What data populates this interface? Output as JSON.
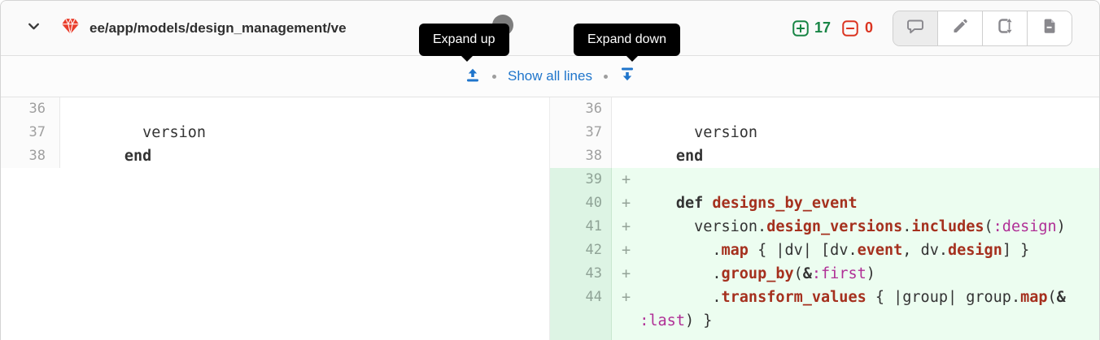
{
  "header": {
    "file_path_visible": "ee/app/models/design_management/ve",
    "additions": "17",
    "deletions": "0",
    "action_icons": [
      "comment-icon",
      "pencil-icon",
      "compare-versions-icon",
      "document-icon"
    ],
    "collapse_icon": "chevron-down-icon",
    "file_type_icon": "gem-icon"
  },
  "tooltips": {
    "expand_up": "Expand up",
    "expand_down": "Expand down"
  },
  "expand_bar": {
    "show_all_label": "Show all lines",
    "icons": [
      "expand-up-icon",
      "expand-down-icon"
    ]
  },
  "colors": {
    "link_blue": "#1f75cb",
    "added_line_bg": "#ecfdf0",
    "added_gutter_bg": "#ddf4e4",
    "method_red": "#a5301e",
    "symbol_magenta": "#b02f96",
    "additions_green": "#188545",
    "deletions_red": "#db3421",
    "gem_red": "#e93e2c",
    "tooltip_bg": "#000000"
  },
  "diff": {
    "left": {
      "lines": [
        {
          "num": "36",
          "type": "context",
          "segments": []
        },
        {
          "num": "37",
          "type": "context",
          "segments": [
            {
              "t": "      version",
              "c": "plain"
            }
          ]
        },
        {
          "num": "38",
          "type": "context",
          "segments": [
            {
              "t": "    ",
              "c": "plain"
            },
            {
              "t": "end",
              "c": "kw"
            }
          ]
        }
      ]
    },
    "right": {
      "lines": [
        {
          "num": "36",
          "type": "context",
          "segments": []
        },
        {
          "num": "37",
          "type": "context",
          "segments": [
            {
              "t": "      version",
              "c": "plain"
            }
          ]
        },
        {
          "num": "38",
          "type": "context",
          "segments": [
            {
              "t": "    ",
              "c": "plain"
            },
            {
              "t": "end",
              "c": "kw"
            }
          ]
        },
        {
          "num": "39",
          "type": "added",
          "prefix": "+",
          "segments": []
        },
        {
          "num": "40",
          "type": "added",
          "prefix": "+",
          "segments": [
            {
              "t": "    ",
              "c": "plain"
            },
            {
              "t": "def",
              "c": "kw"
            },
            {
              "t": " ",
              "c": "plain"
            },
            {
              "t": "designs_by_event",
              "c": "fn"
            }
          ]
        },
        {
          "num": "41",
          "type": "added",
          "prefix": "+",
          "segments": [
            {
              "t": "      version.",
              "c": "plain"
            },
            {
              "t": "design_versions",
              "c": "fn"
            },
            {
              "t": ".",
              "c": "plain"
            },
            {
              "t": "includes",
              "c": "fn"
            },
            {
              "t": "(",
              "c": "plain"
            },
            {
              "t": ":design",
              "c": "sym"
            },
            {
              "t": ")",
              "c": "plain"
            }
          ]
        },
        {
          "num": "42",
          "type": "added",
          "prefix": "+",
          "segments": [
            {
              "t": "        .",
              "c": "plain"
            },
            {
              "t": "map",
              "c": "fn"
            },
            {
              "t": " { |dv| [dv.",
              "c": "plain"
            },
            {
              "t": "event",
              "c": "fn"
            },
            {
              "t": ", dv.",
              "c": "plain"
            },
            {
              "t": "design",
              "c": "fn"
            },
            {
              "t": "] }",
              "c": "plain"
            }
          ]
        },
        {
          "num": "43",
          "type": "added",
          "prefix": "+",
          "segments": [
            {
              "t": "        .",
              "c": "plain"
            },
            {
              "t": "group_by",
              "c": "fn"
            },
            {
              "t": "(",
              "c": "plain"
            },
            {
              "t": "&",
              "c": "op"
            },
            {
              "t": ":first",
              "c": "sym"
            },
            {
              "t": ")",
              "c": "plain"
            }
          ]
        },
        {
          "num": "44",
          "type": "added",
          "prefix": "+",
          "segments": [
            {
              "t": "        .",
              "c": "plain"
            },
            {
              "t": "transform_values",
              "c": "fn"
            },
            {
              "t": " { |group| group.",
              "c": "plain"
            },
            {
              "t": "map",
              "c": "fn"
            },
            {
              "t": "(",
              "c": "plain"
            },
            {
              "t": "&",
              "c": "op"
            }
          ],
          "wrap_segments": [
            {
              "t": ":last",
              "c": "sym"
            },
            {
              "t": ") }",
              "c": "plain"
            }
          ]
        },
        {
          "num": "",
          "type": "added-filler",
          "prefix": "",
          "segments": []
        }
      ]
    }
  }
}
